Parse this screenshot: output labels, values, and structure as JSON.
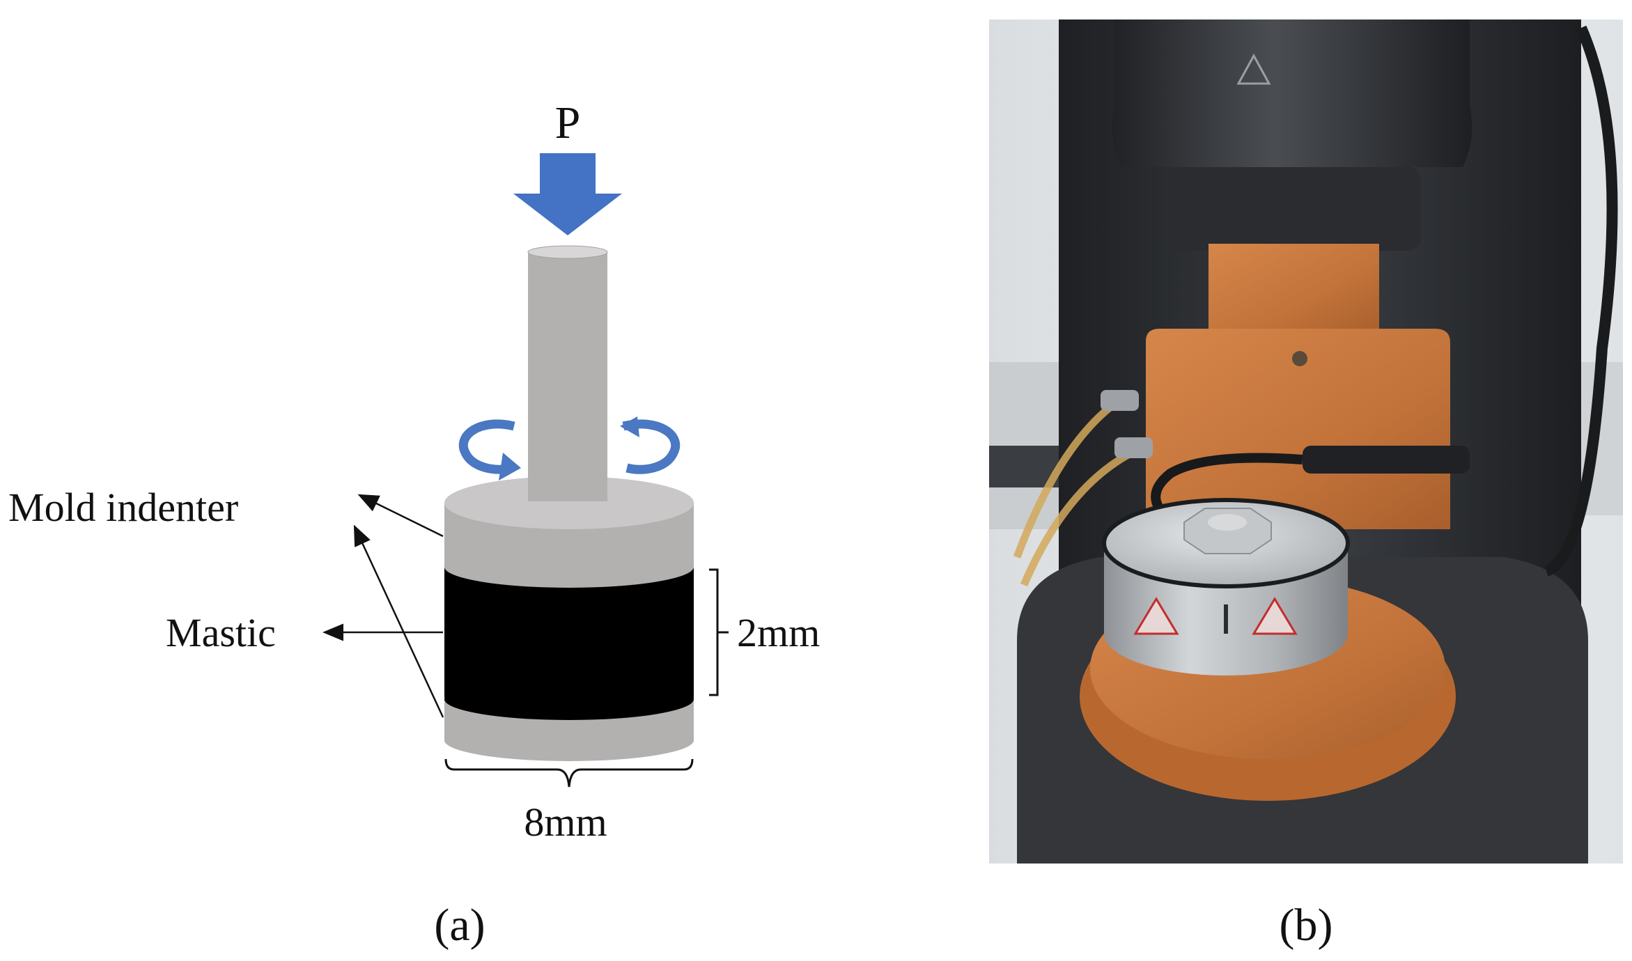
{
  "figure": {
    "panel_a": {
      "caption": "(a)",
      "load_label": "P",
      "labels": {
        "mold_indenter": "Mold indenter",
        "mastic": "Mastic",
        "thickness": "2mm",
        "diameter": "8mm"
      },
      "colors": {
        "arrow": "#4472c4",
        "rotation": "#4a78c2",
        "metal": "#b3b0b0",
        "metal_light": "#c9c7c7",
        "mastic": "#000000",
        "text": "#111111"
      }
    },
    "panel_b": {
      "caption": "(b)",
      "colors": {
        "wall": "#e7eaec",
        "frame": "#2c2e31",
        "orange_plate": "#c97a3c",
        "steel": "#b5b8bb",
        "base": "#3a3c40"
      }
    }
  }
}
